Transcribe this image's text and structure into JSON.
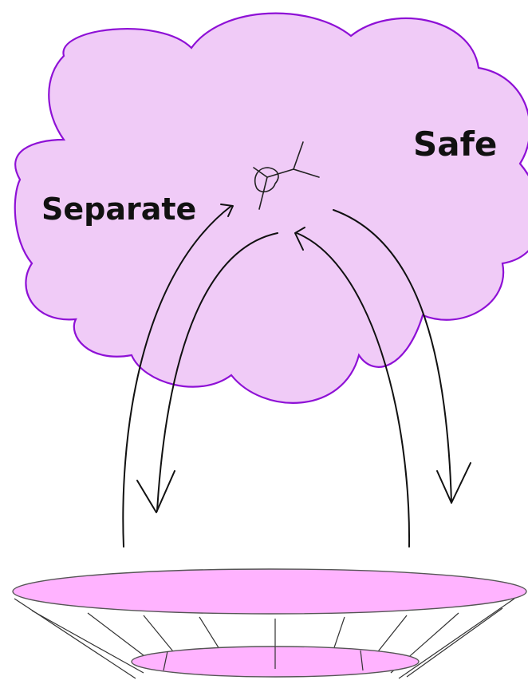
{
  "labels": {
    "left": "Separate",
    "right": "Safe"
  },
  "colors": {
    "cloud_fill": "#f0cbf7",
    "cloud_stroke": "#8e10d6",
    "trampoline_fill": "#ffb3ff",
    "trampoline_stroke": "#555555",
    "ink": "#111111",
    "background": "#ffffff"
  },
  "icons": {
    "person": "stick-figure-jumper-icon",
    "cloud": "cloud-shape",
    "trampoline": "trampoline-shape"
  }
}
